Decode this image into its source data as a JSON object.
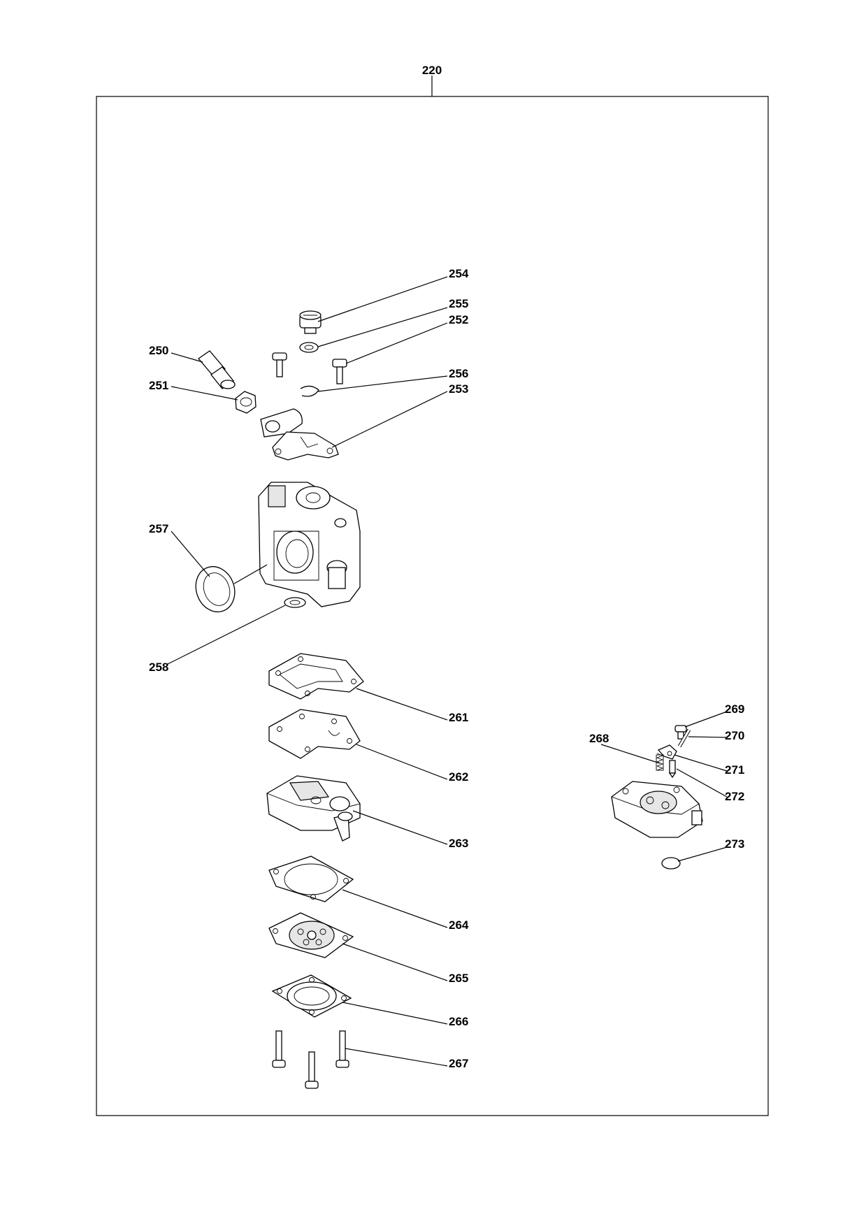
{
  "assembly": {
    "number": "220"
  },
  "callouts": [
    {
      "id": "254",
      "label": "254"
    },
    {
      "id": "255",
      "label": "255"
    },
    {
      "id": "252",
      "label": "252"
    },
    {
      "id": "250",
      "label": "250"
    },
    {
      "id": "256",
      "label": "256"
    },
    {
      "id": "251",
      "label": "251"
    },
    {
      "id": "253",
      "label": "253"
    },
    {
      "id": "257",
      "label": "257"
    },
    {
      "id": "258",
      "label": "258"
    },
    {
      "id": "261",
      "label": "261"
    },
    {
      "id": "262",
      "label": "262"
    },
    {
      "id": "263",
      "label": "263"
    },
    {
      "id": "264",
      "label": "264"
    },
    {
      "id": "265",
      "label": "265"
    },
    {
      "id": "266",
      "label": "266"
    },
    {
      "id": "267",
      "label": "267"
    },
    {
      "id": "269",
      "label": "269"
    },
    {
      "id": "270",
      "label": "270"
    },
    {
      "id": "268",
      "label": "268"
    },
    {
      "id": "271",
      "label": "271"
    },
    {
      "id": "272",
      "label": "272"
    },
    {
      "id": "273",
      "label": "273"
    }
  ]
}
